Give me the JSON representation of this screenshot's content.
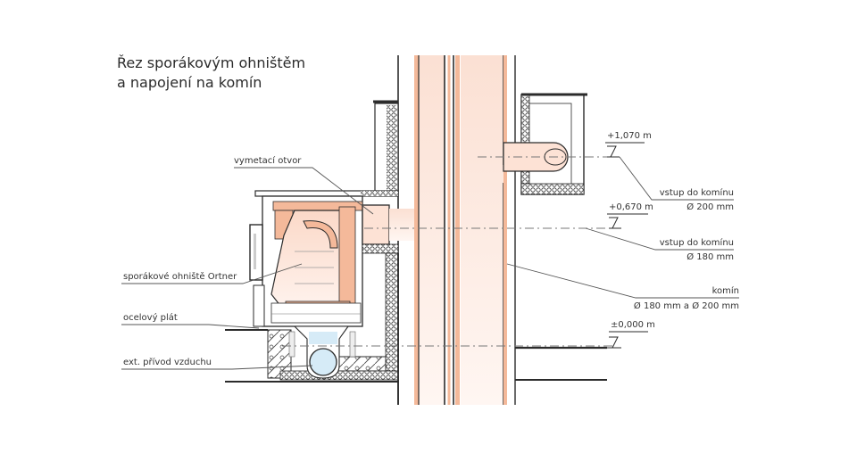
{
  "title": {
    "line1": "Řez sporákovým ohništěm",
    "line2": "a napojení na komín"
  },
  "labels": {
    "sweep_opening": "vymetací otvor",
    "stove_firebox": "sporákové ohniště Ortner",
    "steel_plate": "ocelový plát",
    "air_supply": "ext. přívod vzduchu",
    "inlet_200_title": "vstup do komínu",
    "inlet_200_size": "Ø 200 mm",
    "inlet_180_title": "vstup do komínu",
    "inlet_180_size": "Ø 180 mm",
    "chimney_title": "komín",
    "chimney_size": "Ø 180 mm a Ø 200 mm"
  },
  "levels": {
    "upper": "+1,070 m",
    "middle": "+0,670 m",
    "ground": "±0,000 m"
  },
  "colors": {
    "line": "#2b2b2b",
    "fire_brick": "#f4b99a",
    "flue_fill": "#fde8de",
    "air_duct": "#d6ebf7",
    "leader": "#555555"
  }
}
